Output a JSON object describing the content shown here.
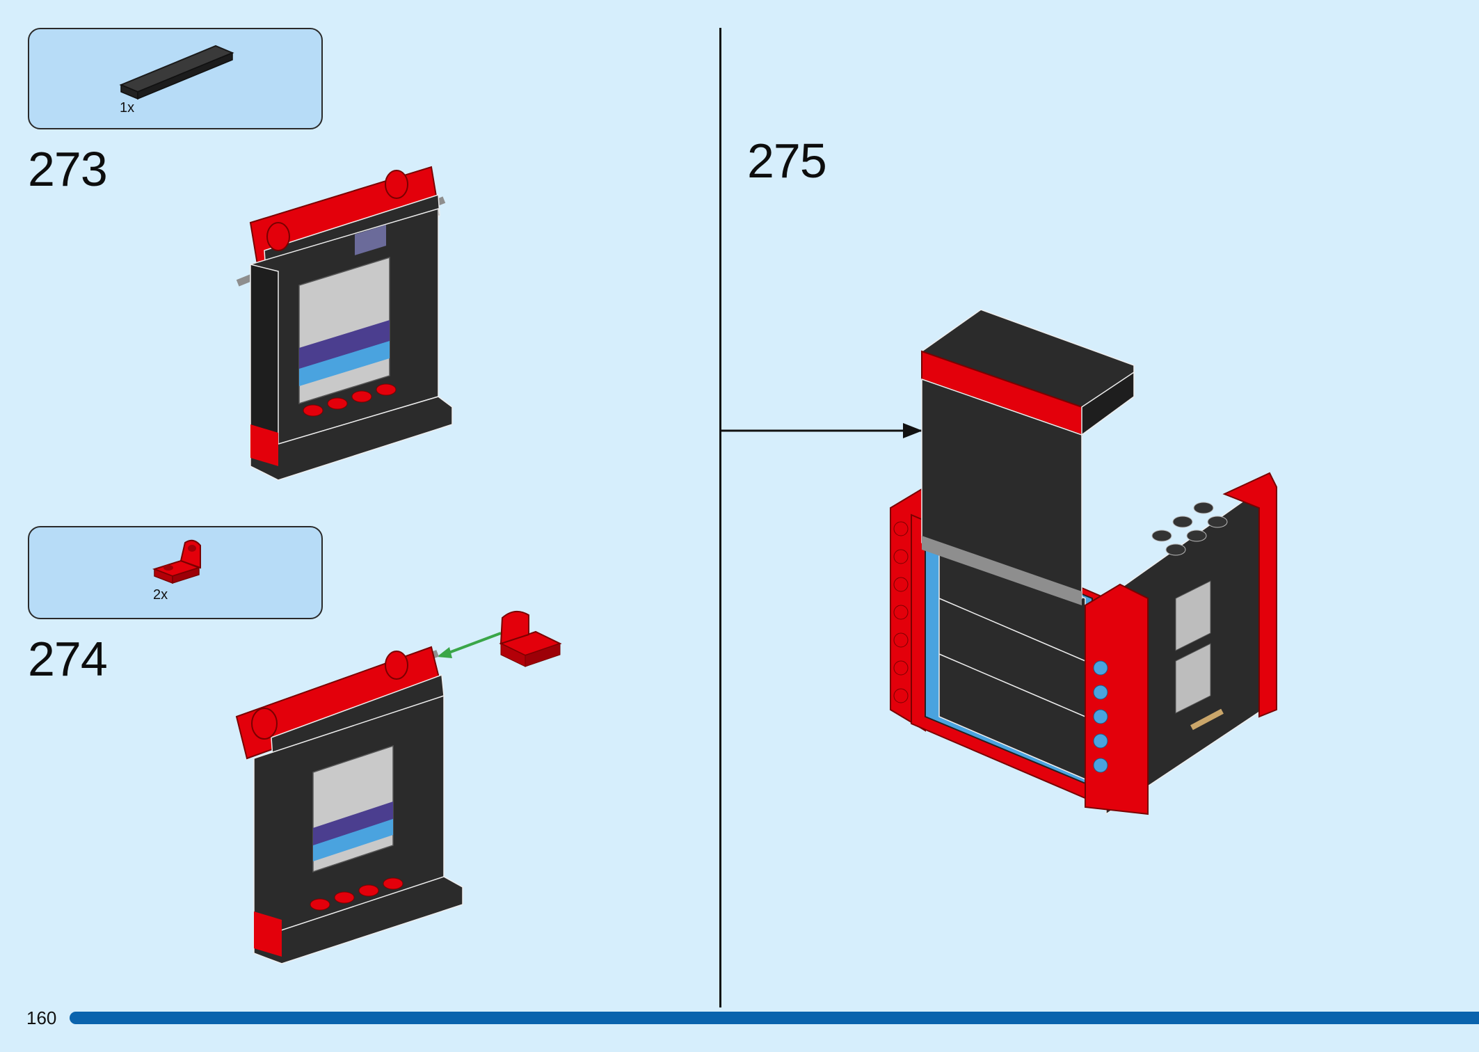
{
  "page": {
    "number": "160"
  },
  "colors": {
    "background": "#d6eefc",
    "parts_box": "#b7dcf7",
    "progress_bar": "#0a63ad",
    "brick_red": "#e3000b",
    "brick_black": "#2b2b2b"
  },
  "steps": [
    {
      "number": "273",
      "part_qty": "1x",
      "part_icon": "black-tile-1x6-icon"
    },
    {
      "number": "274",
      "part_qty": "2x",
      "part_icon": "red-plate-clip-icon"
    },
    {
      "number": "275"
    }
  ]
}
